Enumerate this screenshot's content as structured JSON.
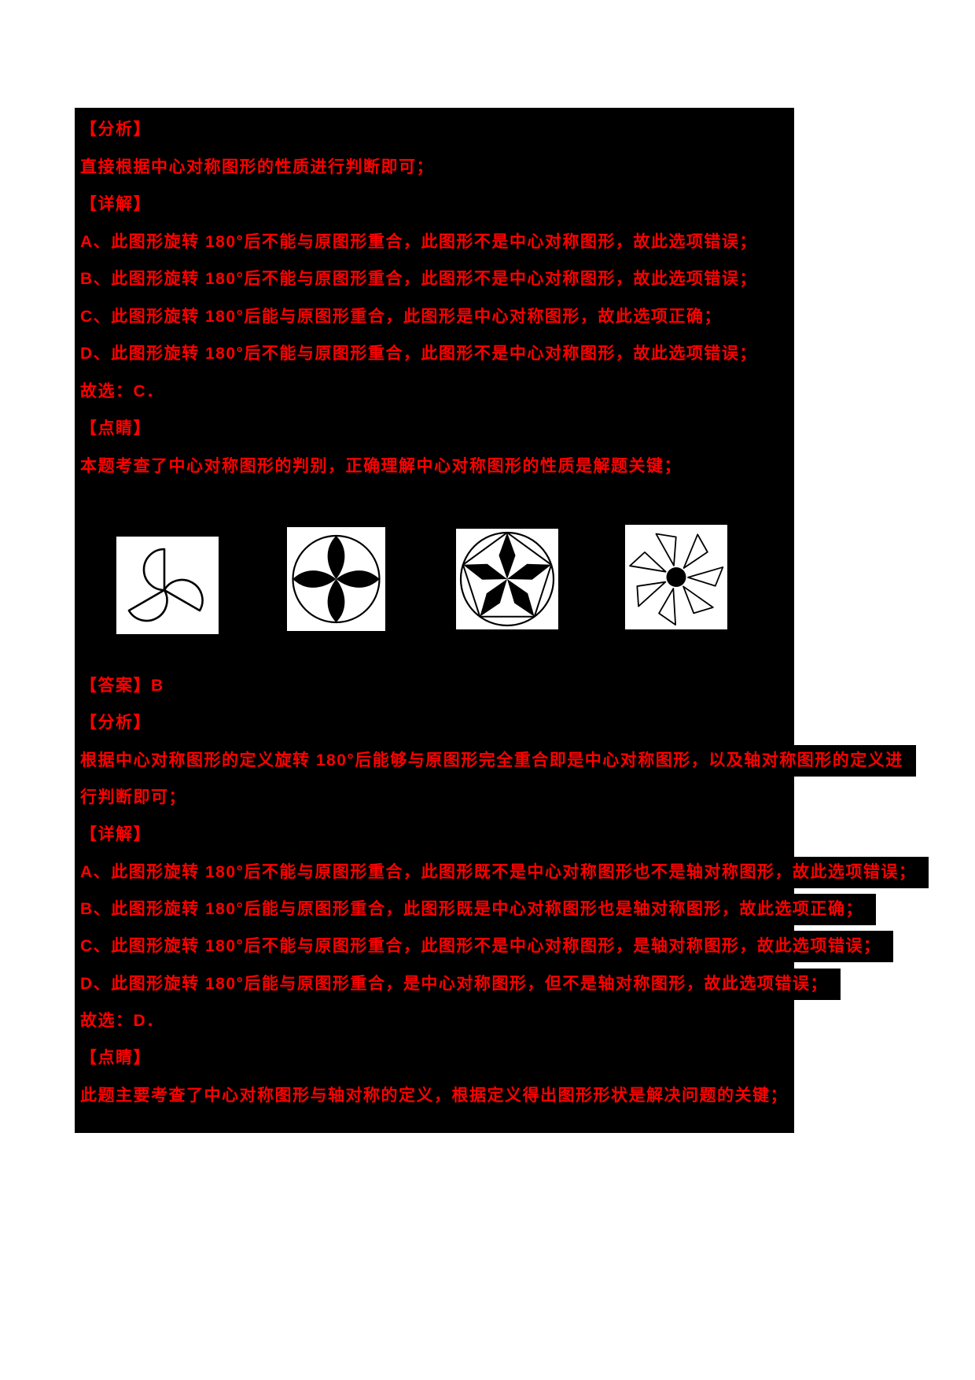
{
  "colors": {
    "page_bg": "#ffffff",
    "block_bg": "#000000",
    "text": "#ff0000",
    "figure_bg": "#ffffff",
    "figure_ink": "#000000"
  },
  "section1": {
    "lines": [
      "【分析】",
      "直接根据中心对称图形的性质进行判断即可；",
      "【详解】",
      "A、此图形旋转 180°后不能与原图形重合，此图形不是中心对称图形，故此选项错误；",
      "B、此图形旋转 180°后不能与原图形重合，此图形不是中心对称图形，故此选项错误；",
      "C、此图形旋转 180°后能与原图形重合，此图形是中心对称图形，故此选项正确；",
      "D、此图形旋转 180°后不能与原图形重合，此图形不是中心对称图形，故此选项错误；",
      "故选：C．",
      "【点睛】",
      "本题考查了中心对称图形的判别，正确理解中心对称图形的性质是解题关键；"
    ]
  },
  "figures": {
    "items": [
      {
        "name": "three-blade-curved-pinwheel-outline"
      },
      {
        "name": "four-petal-flower-inside-circle"
      },
      {
        "name": "five-point-star-with-pentagon-inside-circle"
      },
      {
        "name": "seven-blade-pinwheel-with-black-center"
      }
    ]
  },
  "section2": {
    "lines": [
      "【答案】B",
      "【分析】",
      "根据中心对称图形的定义旋转 180°后能够与原图形完全重合即是中心对称图形，以及轴对称图形的定义进",
      "行判断即可；",
      "【详解】",
      "A、此图形旋转 180°后不能与原图形重合，此图形既不是中心对称图形也不是轴对称图形，故此选项错误；",
      "B、此图形旋转 180°后能与原图形重合，此图形既是中心对称图形也是轴对称图形，故此选项正确；",
      "C、此图形旋转 180°后不能与原图形重合，此图形不是中心对称图形，是轴对称图形，故此选项错误；",
      "D、此图形旋转 180°后能与原图形重合，是中心对称图形，但不是轴对称图形，故此选项错误；",
      "故选：D．",
      "【点睛】",
      "此题主要考查了中心对称图形与轴对称的定义，根据定义得出图形形状是解决问题的关键；"
    ]
  }
}
